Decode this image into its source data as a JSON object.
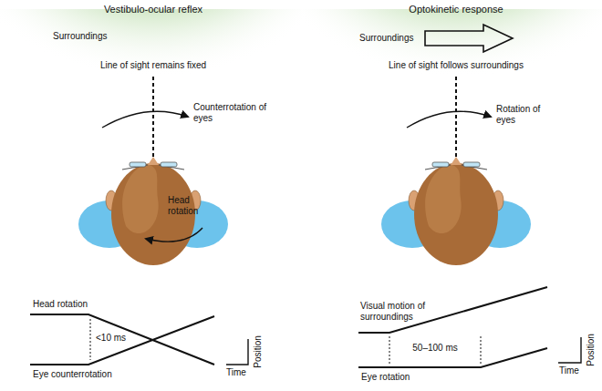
{
  "diagram": {
    "labels": [
      "Vestibulo-ocular reflex",
      "Optokinetic response",
      "Surroundings",
      "Line of sight remains fixed",
      "Counterrotation of eyes",
      "Head rotation",
      "Surroundings",
      "Line of sight follows surroundings",
      "Rotation of eyes",
      "Head rotation",
      "<10 ms",
      "Eye counterrotation",
      "Position",
      "Time",
      "Visual motion of surroundings",
      "50–100 ms",
      "Eye rotation",
      "Position",
      "Time"
    ]
  }
}
